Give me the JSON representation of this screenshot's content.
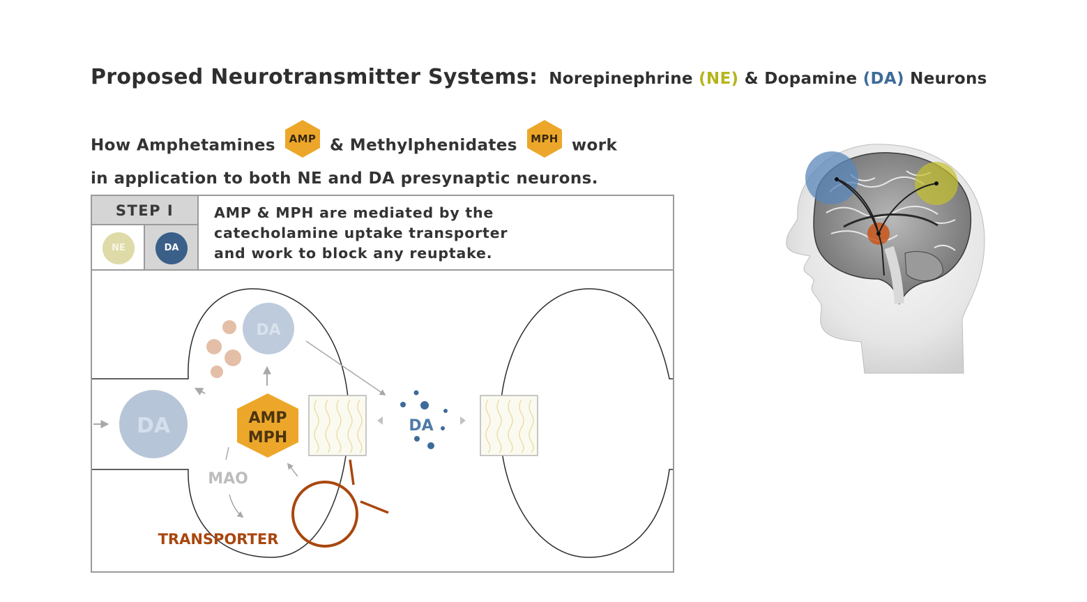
{
  "title": {
    "main": "Proposed Neurotransmitter Systems:",
    "sub_1": "Norepinephrine",
    "ne": "(NE)",
    "sub_2": "& Dopamine",
    "da": "(DA)",
    "sub_3": "Neurons"
  },
  "intro": {
    "part_1": "How Amphetamines",
    "amp_badge": "AMP",
    "part_2": "& Methylphenidates",
    "mph_badge": "MPH",
    "part_3": "work",
    "line_2": "in application to both NE and DA presynaptic neurons."
  },
  "step": {
    "label": "STEP I",
    "ne_badge": "NE",
    "da_badge": "DA",
    "text_lines": [
      "AMP & MPH are mediated by the",
      "catecholamine uptake transporter",
      "and work to block any reuptake."
    ]
  },
  "diagram": {
    "da_large": "DA",
    "da_vesicle": "DA",
    "drug_line_1": "AMP",
    "drug_line_2": "MPH",
    "mao": "MAO",
    "synapse_da": "DA",
    "transporter": "TRANSPORTER"
  },
  "colors": {
    "ne": "#b5b41d",
    "da": "#3e6b99",
    "drug": "#eca72a",
    "transporter": "#a9470d",
    "region_blue": "#5b87b9",
    "region_yellow": "#c4c02c",
    "region_orange": "#c8561b"
  }
}
